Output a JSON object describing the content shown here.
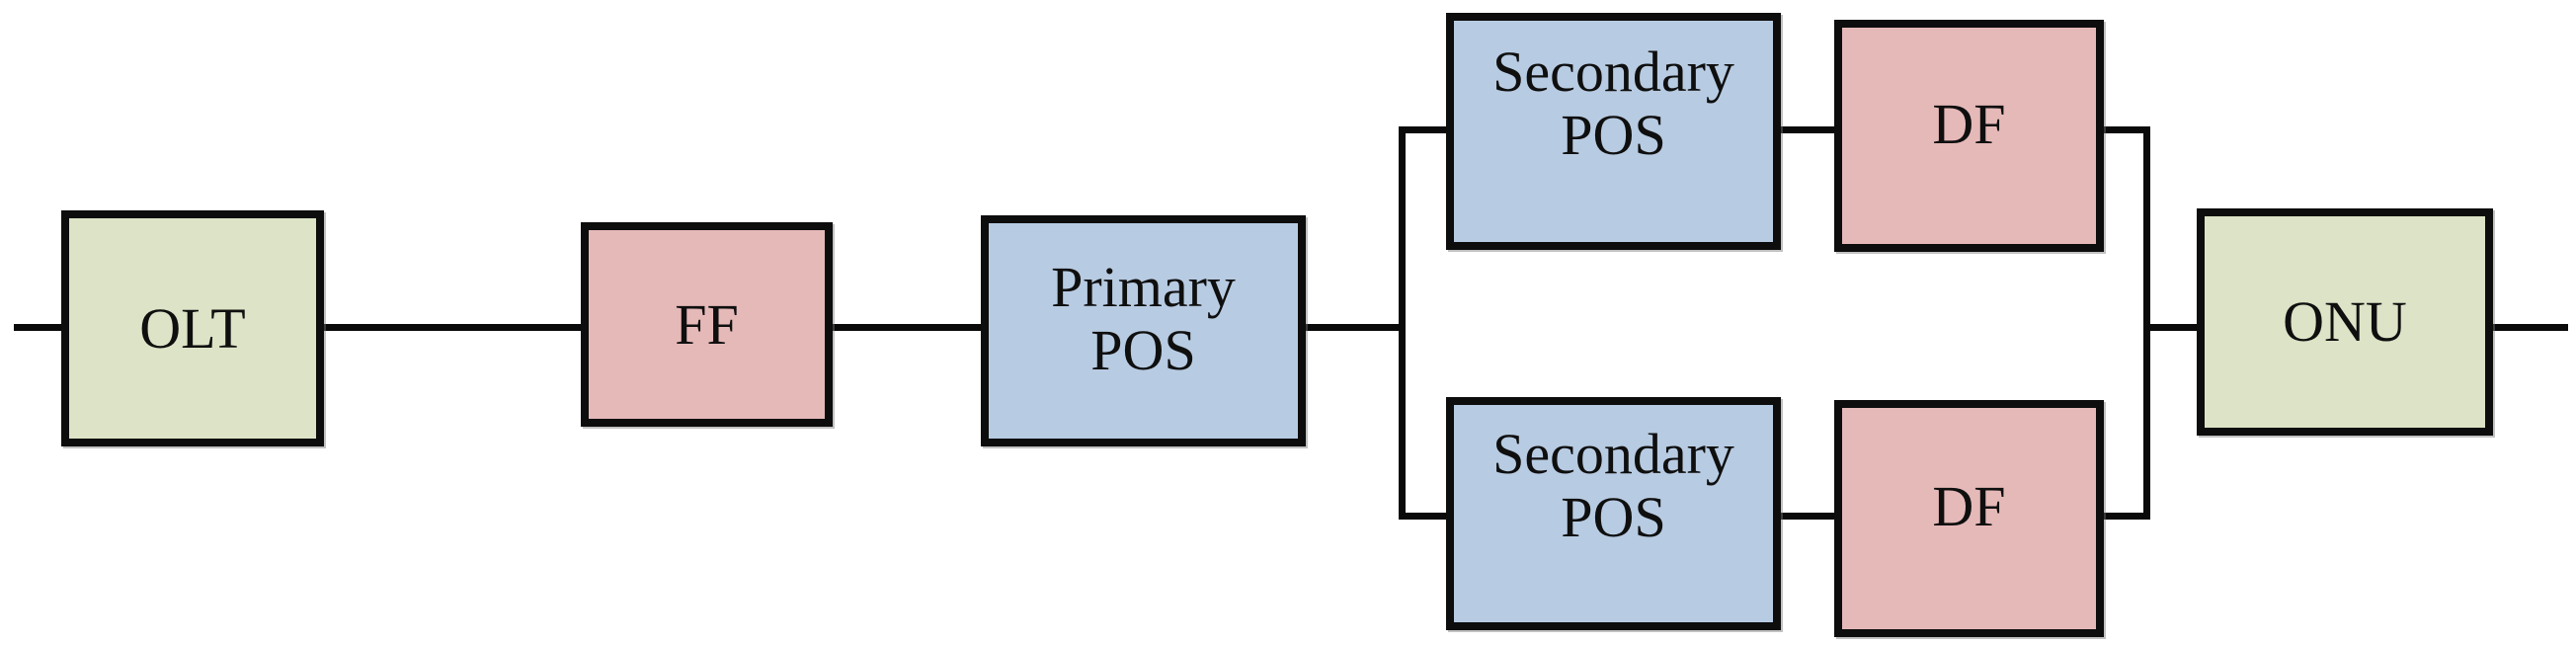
{
  "diagram": {
    "description_note": "",
    "line_color": "#0a0a0a",
    "nodes": {
      "olt": {
        "label": "OLT",
        "fill": "#dce3c6"
      },
      "ff": {
        "label": "FF",
        "fill": "#e5b9b8"
      },
      "primary_pos": {
        "lines": [
          "Primary",
          "POS"
        ],
        "fill": "#b7cbe2"
      },
      "secondary_pos_top": {
        "lines": [
          "Secondary",
          "POS"
        ],
        "fill": "#b7cbe2"
      },
      "df_top": {
        "label": "DF",
        "fill": "#e5b9b8"
      },
      "secondary_pos_bottom": {
        "lines": [
          "Secondary",
          "POS"
        ],
        "fill": "#b7cbe2"
      },
      "df_bottom": {
        "label": "DF",
        "fill": "#e5b9b8"
      },
      "onu": {
        "label": "ONU",
        "fill": "#dce3c6"
      }
    }
  }
}
